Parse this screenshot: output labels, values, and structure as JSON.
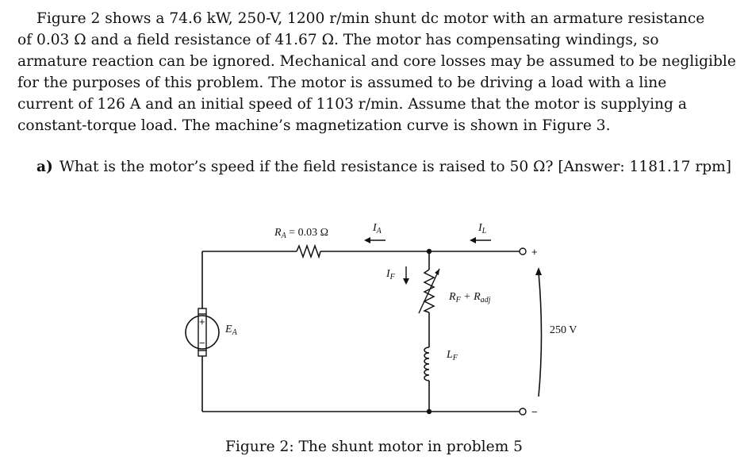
{
  "problem": {
    "lines": [
      "Figure 2 shows a 74.6 kW, 250-V, 1200 r/min shunt dc motor with an armature resistance",
      "of 0.03 Ω and a field resistance of 41.67 Ω. The motor has compensating windings, so",
      "armature reaction can be ignored. Mechanical and core losses may be assumed to be negligible",
      "for the purposes of this problem. The motor is assumed to be driving a load with a line",
      "current of 126 A and an initial speed of 1103 r/min. Assume that the motor is supplying a",
      "constant-torque load. The machine’s magnetization curve is shown in Figure 3."
    ],
    "question_label": "a)",
    "question_text": "What is the motor’s speed if the field resistance is raised to 50 Ω? [Answer: 1181.17 rpm]"
  },
  "figure": {
    "ra_label": "R",
    "ra_sub": "A",
    "ra_value": " = 0.03 Ω",
    "ia_label": "I",
    "ia_sub": "A",
    "il_label": "I",
    "il_sub": "L",
    "if_label": "I",
    "if_sub": "F",
    "rf_label": "R",
    "rf_sub": "F",
    "rf_plus": " + R",
    "radj_sub": "adj",
    "lf_label": "L",
    "lf_sub": "F",
    "ea_label": "E",
    "ea_sub": "A",
    "plus_terminal": "+",
    "minus_terminal": "−",
    "source_plus": "+",
    "source_minus": "−",
    "voltage": "250 V",
    "caption": "Figure 2: The shunt motor in problem 5"
  }
}
